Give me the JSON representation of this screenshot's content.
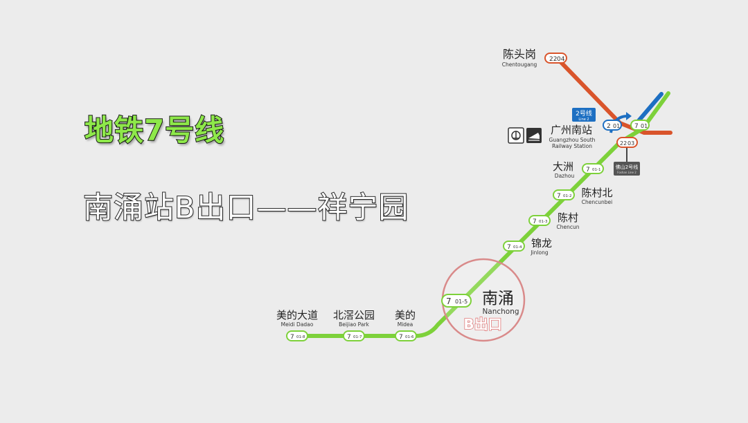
{
  "title": "地铁7号线",
  "subtitle": "南涌站B出口——祥宁园",
  "colors": {
    "line7": "#7dd13a",
    "line7_border": "#5aa82a",
    "line22": "#d9542b",
    "line2": "#1d6fc2",
    "highlight_circle": "#d98a8a",
    "exit_text": "#e07a7a"
  },
  "stations": {
    "meidi_dadao": {
      "cn": "美的大道",
      "en": "Meidi Dadao",
      "line": "7",
      "code": "01-8"
    },
    "beijiao_park": {
      "cn": "北滘公园",
      "en": "Beijiao Park",
      "line": "7",
      "code": "01-7"
    },
    "midea": {
      "cn": "美的",
      "en": "Midea",
      "line": "7",
      "code": "01-6"
    },
    "nanchong": {
      "cn": "南涌",
      "en": "Nanchong",
      "line": "7",
      "code": "01-5"
    },
    "jinlong": {
      "cn": "锦龙",
      "en": "Jinlong",
      "line": "7",
      "code": "01-4"
    },
    "chencun": {
      "cn": "陈村",
      "en": "Chencun",
      "line": "7",
      "code": "01-3"
    },
    "chencunbei": {
      "cn": "陈村北",
      "en": "Chencunbei",
      "line": "7",
      "code": "01-2"
    },
    "dazhou": {
      "cn": "大洲",
      "en": "Dazhou",
      "line": "7",
      "code": "01-1"
    },
    "guangzhou_south": {
      "cn": "广州南站",
      "en1": "Guangzhou South",
      "en2": "Railway Station",
      "code_l2_line": "2",
      "code_l2": "01",
      "code_l7_line": "7",
      "code_l7": "01",
      "code_l22": "22",
      "code_l22_num": "03"
    },
    "chentougang": {
      "cn": "陈头岗",
      "en": "Chentougang",
      "line": "22",
      "code": "04"
    }
  },
  "nanchong_exit": "B出口",
  "line2_badge": {
    "label": "2号线",
    "sub": "Line 2"
  },
  "foshan_badge": {
    "label": "佛山2号线",
    "sub": "Foshan Line 2"
  },
  "icons": [
    "railway-station-icon",
    "train-icon"
  ]
}
